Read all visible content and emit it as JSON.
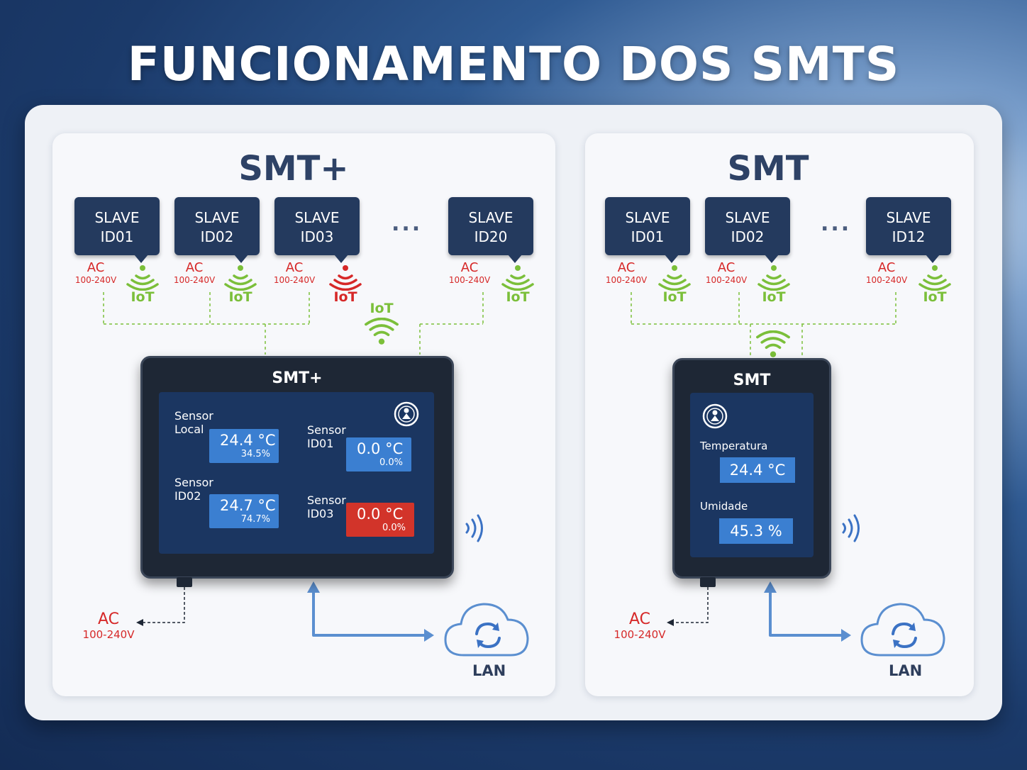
{
  "title": "FUNCIONAMENTO DOS SMTS",
  "left": {
    "title": "SMT+",
    "slaves": [
      {
        "l1": "SLAVE",
        "l2": "ID01"
      },
      {
        "l1": "SLAVE",
        "l2": "ID02"
      },
      {
        "l1": "SLAVE",
        "l2": "ID03"
      },
      {
        "l1": "SLAVE",
        "l2": "ID20"
      }
    ],
    "ellipsis": "...",
    "ac": "AC",
    "voltage": "100-240V",
    "iot": "IoT",
    "device": {
      "title": "SMT+",
      "sensors": [
        {
          "l1": "Sensor",
          "l2": "Local",
          "temp": "24.4 °C",
          "hum": "34.5%"
        },
        {
          "l1": "Sensor",
          "l2": "ID01",
          "temp": "0.0 °C",
          "hum": "0.0%"
        },
        {
          "l1": "Sensor",
          "l2": "ID02",
          "temp": "24.7 °C",
          "hum": "74.7%"
        },
        {
          "l1": "Sensor",
          "l2": "ID03",
          "temp": "0.0 °C",
          "hum": "0.0%"
        }
      ]
    },
    "lan": "LAN"
  },
  "right": {
    "title": "SMT",
    "slaves": [
      {
        "l1": "SLAVE",
        "l2": "ID01"
      },
      {
        "l1": "SLAVE",
        "l2": "ID02"
      },
      {
        "l1": "SLAVE",
        "l2": "ID12"
      }
    ],
    "ellipsis": "...",
    "ac": "AC",
    "voltage": "100-240V",
    "iot": "IoT",
    "device": {
      "title": "SMT",
      "temp_label": "Temperatura",
      "temp": "24.4 °C",
      "hum_label": "Umidade",
      "hum": "45.3 %"
    },
    "lan": "LAN"
  },
  "colors": {
    "slave_bg": "#243a5e",
    "iot_green": "#7bbf3a",
    "alert_red": "#d62828",
    "reading_blue": "#3b7fd1",
    "arrow_blue": "#5b8fd0"
  }
}
